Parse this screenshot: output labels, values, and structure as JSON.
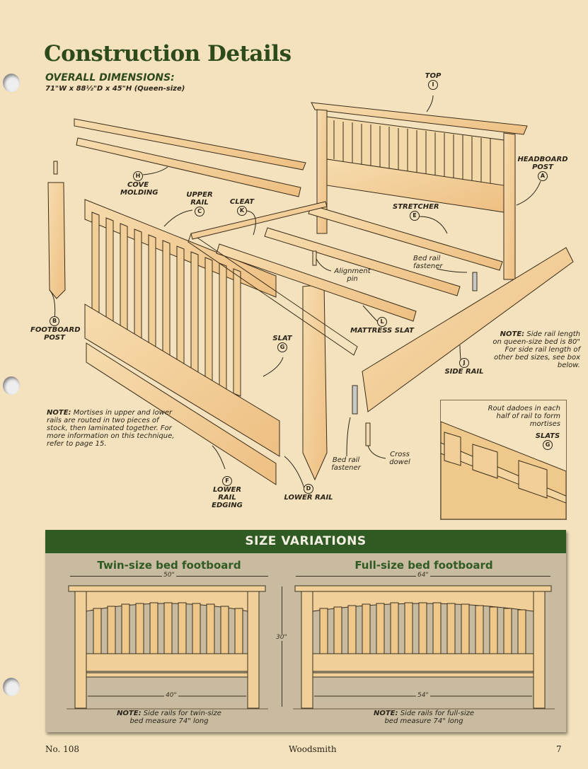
{
  "page": {
    "title": "Construction Details",
    "overall_dimensions_heading": "OVERALL DIMENSIONS:",
    "overall_dimensions_value": "71\"W x 88½\"D x 45\"H (Queen-size)"
  },
  "diagram": {
    "labels": {
      "top": {
        "text": "TOP",
        "badge": "I"
      },
      "headboard_post": {
        "text": "HEADBOARD POST",
        "badge": "A"
      },
      "cove_molding": {
        "text": "COVE MOLDING",
        "badge": "H"
      },
      "upper_rail": {
        "text": "UPPER RAIL",
        "badge": "C"
      },
      "cleat": {
        "text": "CLEAT",
        "badge": "K"
      },
      "stretcher": {
        "text": "STRETCHER",
        "badge": "E"
      },
      "bed_rail_fastener_top": {
        "text": "Bed rail fastener"
      },
      "alignment_pin": {
        "text": "Alignment pin"
      },
      "mattress_slat": {
        "text": "MATTRESS SLAT",
        "badge": "L"
      },
      "footboard_post": {
        "text": "FOOTBOARD POST",
        "badge": "B"
      },
      "slat": {
        "text": "SLAT",
        "badge": "G"
      },
      "side_rail": {
        "text": "SIDE RAIL",
        "badge": "J"
      },
      "lower_rail_edging": {
        "text": "LOWER RAIL EDGING",
        "badge": "F"
      },
      "lower_rail": {
        "text": "LOWER RAIL",
        "badge": "D"
      },
      "bed_rail_fastener_bottom": {
        "text": "Bed rail fastener"
      },
      "cross_dowel": {
        "text": "Cross dowel"
      }
    },
    "side_rail_note_bold": "NOTE:",
    "side_rail_note": "Side rail length on queen-size bed is 80\" For side rail length of other bed sizes, see box below.",
    "mortise_note_bold": "NOTE:",
    "mortise_note": "Mortises in upper and lower rails are routed in two pieces of stock, then laminated together. For more information on this technique, refer to page 15.",
    "inset": {
      "caption": "Rout dadoes in each half of rail to form mortises",
      "label": "SLATS",
      "badge": "G"
    }
  },
  "size_variations": {
    "heading": "SIZE VARIATIONS",
    "twin": {
      "title": "Twin-size bed footboard",
      "overall_width": "50\"",
      "inner_width": "40\"",
      "note_bold": "NOTE:",
      "note": "Side rails for twin-size bed measure 74\" long"
    },
    "height": "30\"",
    "full": {
      "title": "Full-size bed footboard",
      "overall_width": "64\"",
      "inner_width": "54\"",
      "note_bold": "NOTE:",
      "note": "Side rails for full-size bed measure 74\" long"
    }
  },
  "footer": {
    "issue": "No. 108",
    "magazine": "Woodsmith",
    "page_number": "7"
  },
  "colors": {
    "paper": "#f4e2be",
    "title_green": "#2d4a1c",
    "banner_green": "#2f5a24",
    "box_bg": "#c8bba0",
    "wood": "#f0c98e"
  }
}
